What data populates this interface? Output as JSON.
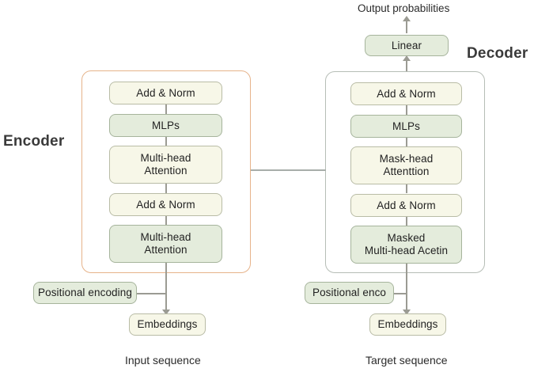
{
  "diagram": {
    "title_top": "Output probabilities",
    "sections": {
      "encoder_label": "Encoder",
      "decoder_label": "Decoder"
    },
    "captions": {
      "input": "Input sequence",
      "target": "Target sequence"
    },
    "colors": {
      "cream_fill": "#f7f7e8",
      "green_fill": "#e4ecdc",
      "encoder_border": "#e6b38a",
      "decoder_border": "#b6bdb6",
      "connector": "#9b9b93",
      "text": "#222222"
    },
    "output_head": {
      "linear_label": "Linear"
    },
    "encoder_stack": [
      {
        "label": "Add & Norm",
        "fill": "cream"
      },
      {
        "label": "MLPs",
        "fill": "green"
      },
      {
        "label": "Multi-head\nAttention",
        "fill": "cream"
      },
      {
        "label": "Add & Norm",
        "fill": "cream"
      },
      {
        "label": "Multi-head\nAttention",
        "fill": "green"
      }
    ],
    "decoder_stack": [
      {
        "label": "Add & Norm",
        "fill": "cream"
      },
      {
        "label": "MLPs",
        "fill": "green"
      },
      {
        "label": "Mask-head\nAttenttion",
        "fill": "cream"
      },
      {
        "label": "Add & Norm",
        "fill": "cream"
      },
      {
        "label": "Masked\nMulti-head Acetin",
        "fill": "green"
      }
    ],
    "inputs": {
      "encoder_positional": "Positional encoding",
      "encoder_embeddings": "Embeddings",
      "decoder_positional": "Positional enco",
      "decoder_embeddings": "Embeddings"
    }
  }
}
